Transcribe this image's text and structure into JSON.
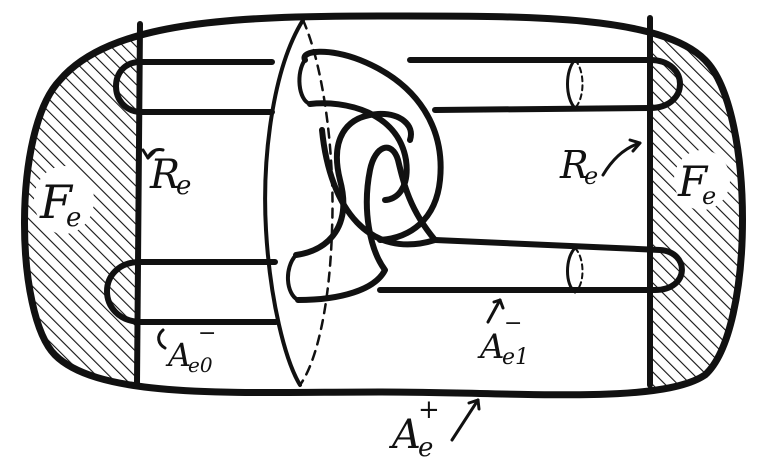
{
  "labels": {
    "f_e_left": "F",
    "f_e_left_sub": "e",
    "f_e_right": "F",
    "f_e_right_sub": "e",
    "r_e_left": "R",
    "r_e_left_sub": "e",
    "r_e_right": "R",
    "r_e_right_sub": "e",
    "a_e0": "A",
    "a_e0_sub": "e0",
    "a_e0_sup": "−",
    "a_e1": "A",
    "a_e1_sub": "e1",
    "a_e1_sup": "−",
    "a_e_plus": "A",
    "a_e_plus_sub": "e",
    "a_e_plus_sup": "+"
  },
  "colors": {
    "ink": "#111111",
    "paper": "#ffffff"
  }
}
